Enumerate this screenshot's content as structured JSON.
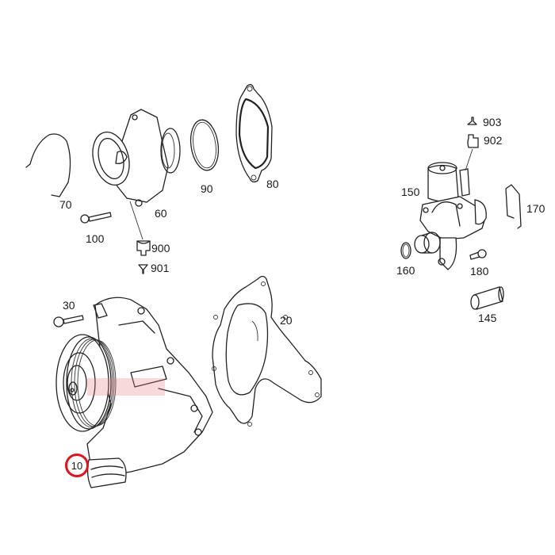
{
  "diagram": {
    "type": "exploded-parts-diagram",
    "subject": "Water pump and thermostat assembly",
    "highlight_color": "#e0141e",
    "highlighted_part": "10",
    "parts": [
      {
        "id": "p10",
        "number": "10",
        "name": "water pump",
        "highlighted": true
      },
      {
        "id": "p20",
        "number": "20",
        "name": "water pump gasket"
      },
      {
        "id": "p30",
        "number": "30",
        "name": "bolt"
      },
      {
        "id": "p60",
        "number": "60",
        "name": "thermostat housing"
      },
      {
        "id": "p70",
        "number": "70",
        "name": "retaining clip"
      },
      {
        "id": "p80",
        "number": "80",
        "name": "housing gasket"
      },
      {
        "id": "p90",
        "number": "90",
        "name": "o-ring"
      },
      {
        "id": "p100",
        "number": "100",
        "name": "bolt"
      },
      {
        "id": "p145",
        "number": "145",
        "name": "connecting pipe"
      },
      {
        "id": "p150",
        "number": "150",
        "name": "valve unit"
      },
      {
        "id": "p160",
        "number": "160",
        "name": "o-ring"
      },
      {
        "id": "p170",
        "number": "170",
        "name": "retaining clip"
      },
      {
        "id": "p180",
        "number": "180",
        "name": "bolt"
      },
      {
        "id": "p900",
        "number": "900",
        "name": "connector housing"
      },
      {
        "id": "p901",
        "number": "901",
        "name": "connector plug"
      },
      {
        "id": "p902",
        "number": "902",
        "name": "connector housing"
      },
      {
        "id": "p903",
        "number": "903",
        "name": "connector plug"
      }
    ]
  },
  "labels": {
    "l10": "10",
    "l20": "20",
    "l30": "30",
    "l60": "60",
    "l70": "70",
    "l80": "80",
    "l90": "90",
    "l100": "100",
    "l145": "145",
    "l150": "150",
    "l160": "160",
    "l170": "170",
    "l180": "180",
    "l900": "900",
    "l901": "901",
    "l902": "902",
    "l903": "903"
  }
}
